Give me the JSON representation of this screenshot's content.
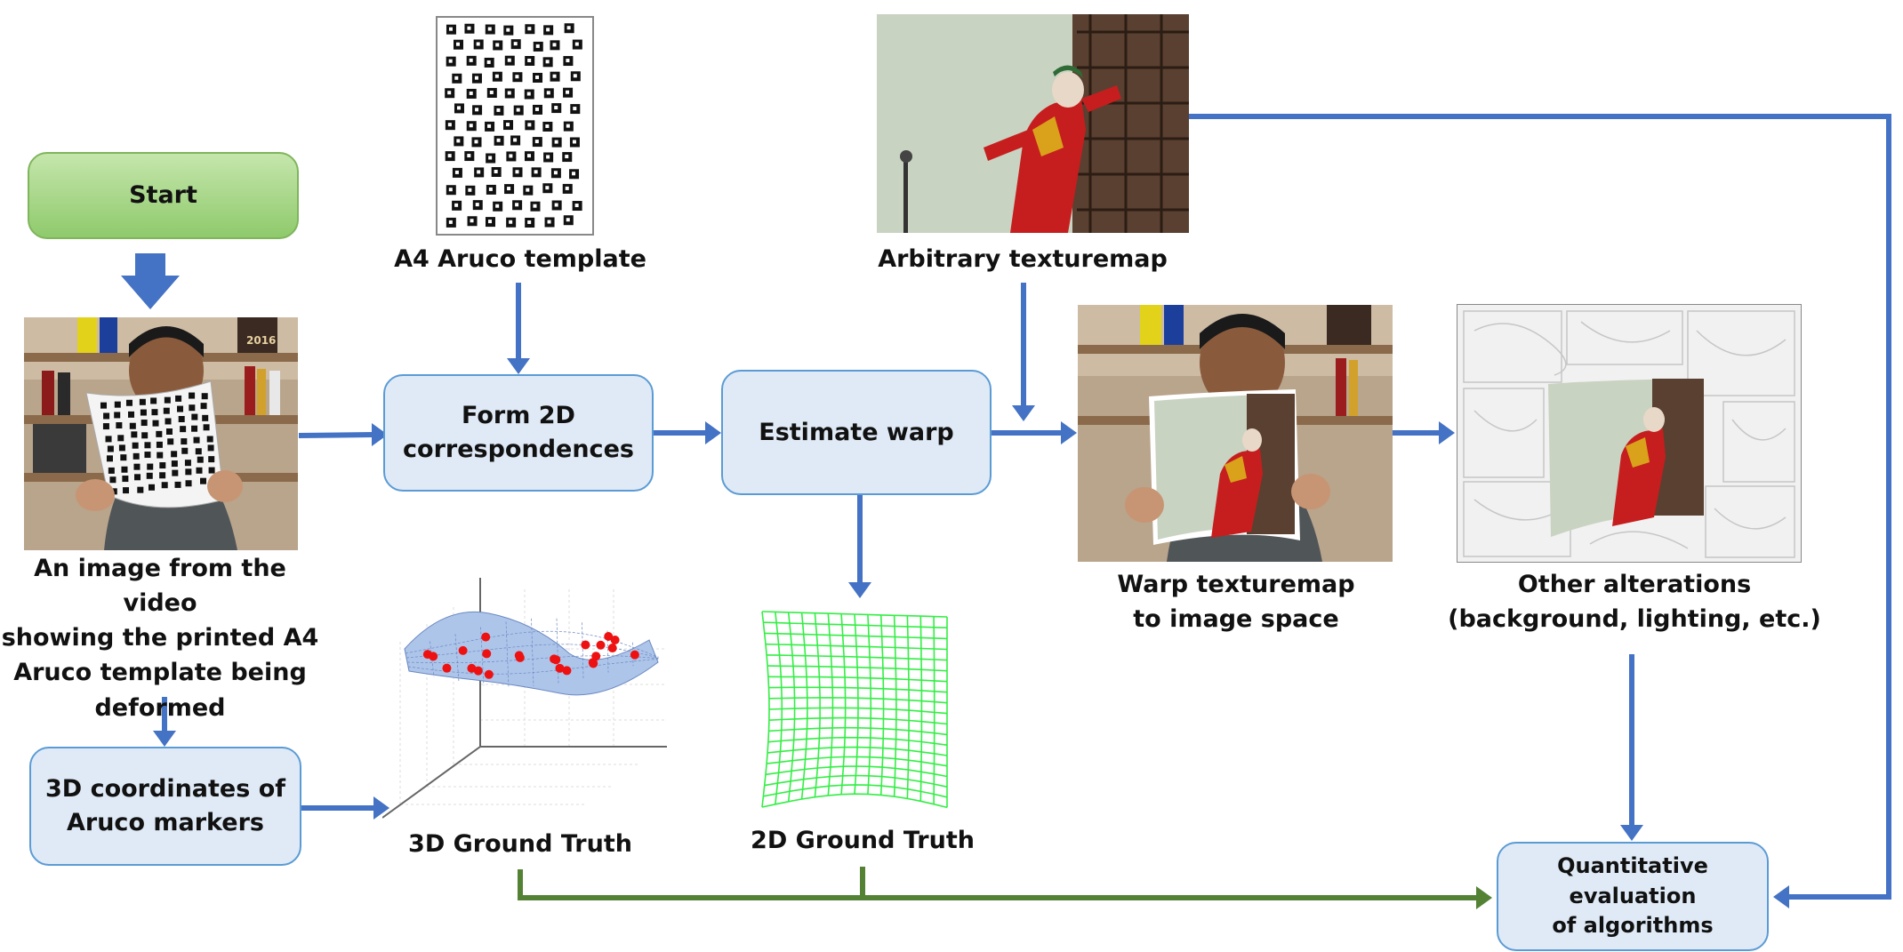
{
  "boxes": {
    "start": "Start",
    "form_2d": "Form 2D\ncorrespondences",
    "estimate_warp": "Estimate warp",
    "coords_3d": "3D coordinates of\nAruco markers",
    "quant_eval": "Quantitative evaluation\nof algorithms"
  },
  "labels": {
    "video_image": "An image from the video\nshowing the printed A4\nAruco template being\ndeformed",
    "a4_template": "A4 Aruco template",
    "arbitrary_texturemap": "Arbitrary texturemap",
    "warp_texturemap": "Warp texturemap\nto image space",
    "other_alterations": "Other alterations\n(background, lighting, etc.)",
    "ground_truth_3d": "3D Ground Truth",
    "ground_truth_2d": "2D Ground Truth"
  },
  "photo_text": {
    "book_year": "2016"
  },
  "colors": {
    "arrow_blue": "#4472c4",
    "arrow_green": "#548235",
    "box_fill": "#dfeaf6",
    "box_border": "#5b9bd5",
    "start_fill": "#a9d18e",
    "grid_green": "#33ee44",
    "marker_red": "#ee1111"
  }
}
